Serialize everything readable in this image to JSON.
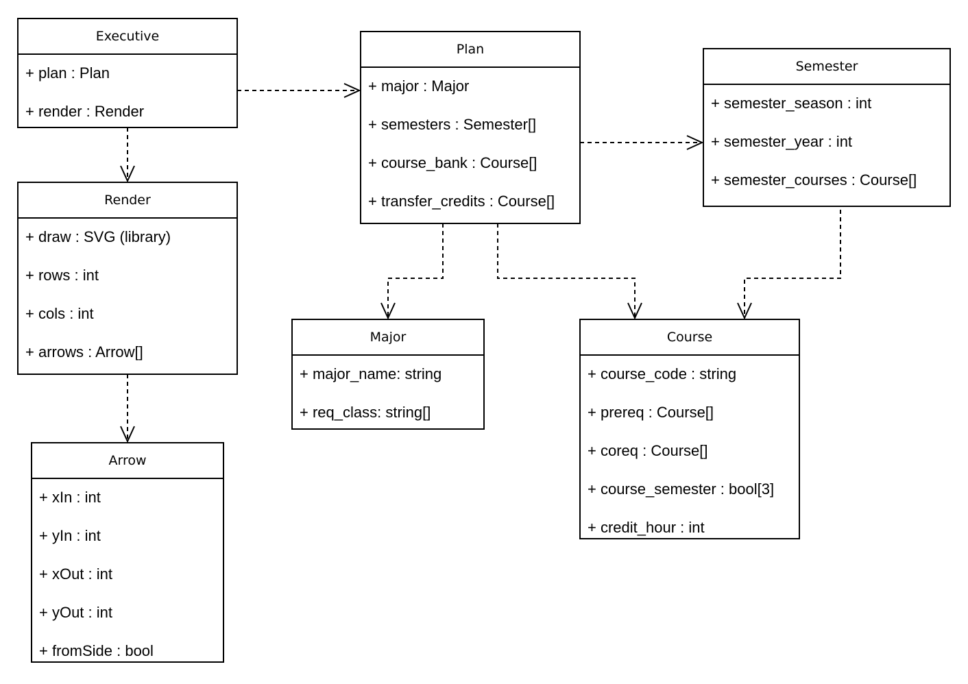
{
  "classes": {
    "executive": {
      "name": "Executive",
      "attributes": [
        "+ plan : Plan",
        "+ render : Render"
      ]
    },
    "plan": {
      "name": "Plan",
      "attributes": [
        "+ major : Major",
        "+ semesters : Semester[]",
        "+ course_bank : Course[]",
        "+ transfer_credits : Course[]"
      ]
    },
    "semester": {
      "name": "Semester",
      "attributes": [
        "+ semester_season : int",
        "+ semester_year : int",
        "+ semester_courses : Course[]"
      ]
    },
    "render": {
      "name": "Render",
      "attributes": [
        "+ draw : SVG (library)",
        "+ rows : int",
        "+ cols : int",
        "+ arrows : Arrow[]"
      ]
    },
    "major": {
      "name": "Major",
      "attributes": [
        "+ major_name: string",
        "+ req_class: string[]"
      ]
    },
    "course": {
      "name": "Course",
      "attributes": [
        "+ course_code : string",
        "+ prereq : Course[]",
        "+ coreq : Course[]",
        "+ course_semester : bool[3]",
        "+ credit_hour : int"
      ]
    },
    "arrow": {
      "name": "Arrow",
      "attributes": [
        "+ xIn : int",
        "+ yIn : int",
        "+ xOut : int",
        "+ yOut : int",
        "+ fromSide : bool"
      ]
    }
  },
  "dependencies": [
    {
      "from": "Executive",
      "to": "Plan"
    },
    {
      "from": "Executive",
      "to": "Render"
    },
    {
      "from": "Render",
      "to": "Arrow"
    },
    {
      "from": "Plan",
      "to": "Semester"
    },
    {
      "from": "Plan",
      "to": "Major"
    },
    {
      "from": "Plan",
      "to": "Course"
    },
    {
      "from": "Semester",
      "to": "Course"
    }
  ],
  "colors": {
    "stroke": "#000000",
    "background": "#ffffff"
  }
}
